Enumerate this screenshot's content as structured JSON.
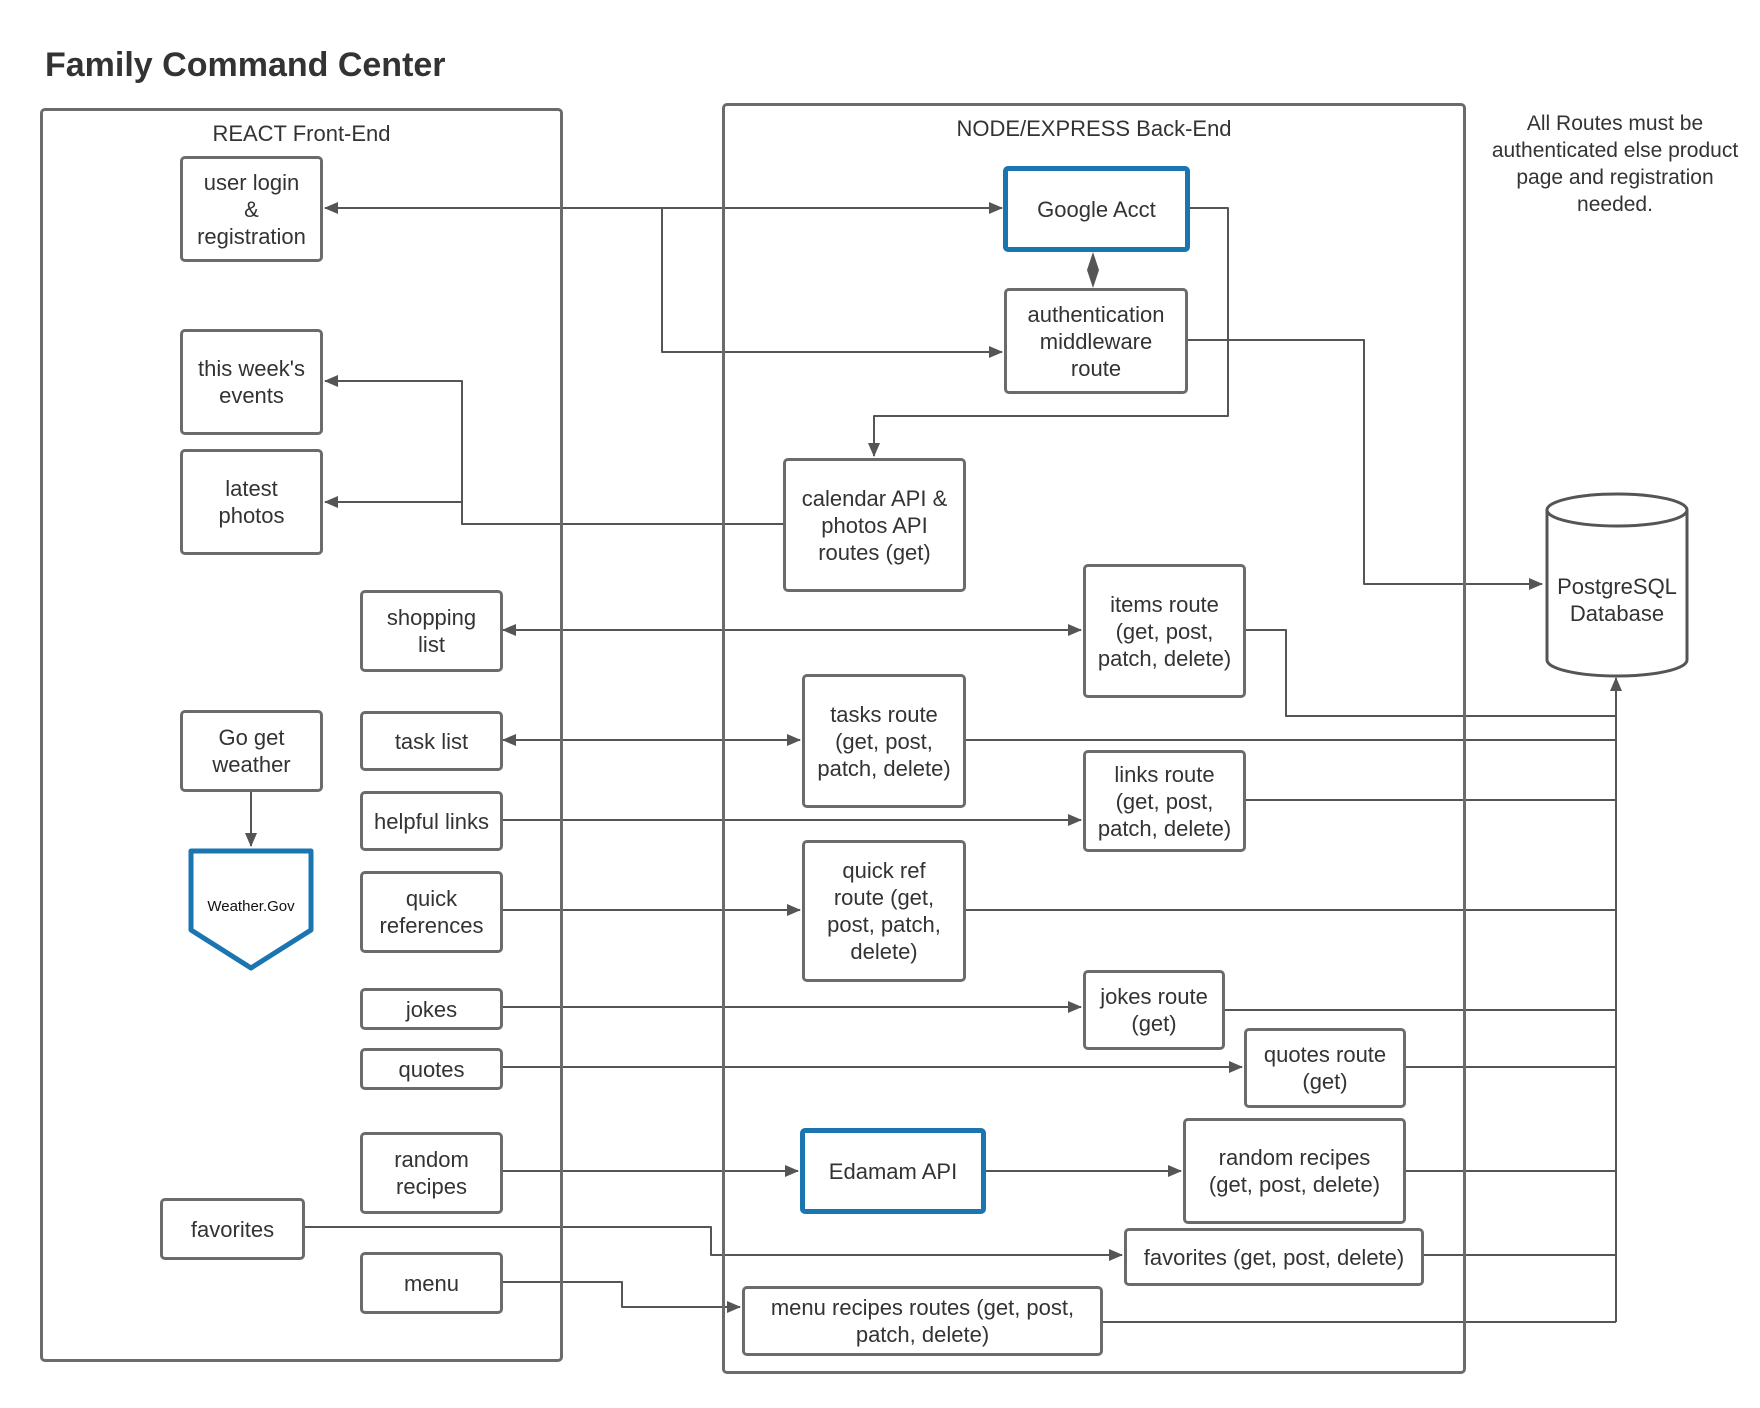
{
  "title": "Family Command Center",
  "note": "All Routes must be authenticated else product page and registration needed.",
  "containers": {
    "frontend": "REACT  Front-End",
    "backend": "NODE/EXPRESS Back-End"
  },
  "frontend": {
    "login": "user login\n&\nregistration",
    "events": "this week's\nevents",
    "photos": "latest\nphotos",
    "shopping": "shopping\nlist",
    "weather": "Go get\nweather",
    "tasks": "task list",
    "links": "helpful links",
    "quickref": "quick\nreferences",
    "jokes": "jokes",
    "quotes": "quotes",
    "random": "random\nrecipes",
    "favorites": "favorites",
    "menu": "menu"
  },
  "external": {
    "weathergov": "Weather.Gov",
    "google": "Google Acct",
    "edamam": "Edamam API"
  },
  "backend": {
    "auth": "authentication\nmiddleware\nroute",
    "calendar": "calendar API &\nphotos API\nroutes (get)",
    "items": "items route\n(get, post,\npatch, delete)",
    "tasks": "tasks route\n(get, post,\npatch, delete)",
    "links": "links route\n(get, post,\npatch, delete)",
    "quickref": "quick ref\nroute (get,\npost, patch,\ndelete)",
    "jokes": "jokes route\n(get)",
    "quotes": "quotes route\n(get)",
    "random": "random recipes\n(get, post, delete)",
    "favorites": "favorites (get, post, delete)",
    "menu": "menu recipes routes (get, post,\npatch, delete)"
  },
  "database": "PostgreSQL\nDatabase",
  "colors": {
    "line": "#555555",
    "border": "#6b6b6b",
    "highlight": "#1a75b0",
    "text": "#333333"
  }
}
